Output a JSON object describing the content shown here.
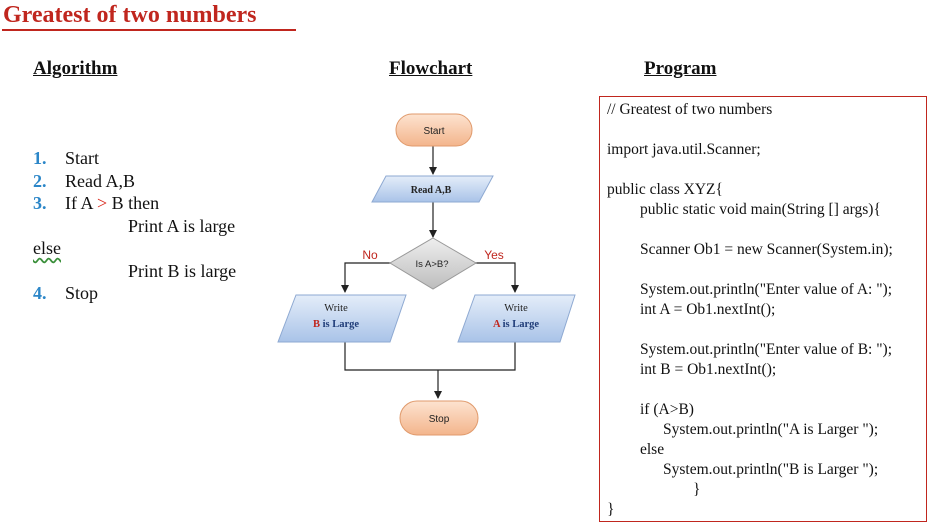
{
  "title": "Greatest of two numbers",
  "headers": {
    "algorithm": "Algorithm",
    "flowchart": "Flowchart",
    "program": "Program"
  },
  "algorithm": {
    "step1_num": "1.",
    "step1": "Start",
    "step2_num": "2.",
    "step2": "Read A,B",
    "step3_num": "3.",
    "step3_pre": "If A ",
    "step3_op": ">",
    "step3_post": " B then",
    "step3_then": "Print A is large",
    "else": "else",
    "else_body": "Print B is large",
    "step4_num": "4.",
    "step4": "Stop"
  },
  "flowchart": {
    "start": "Start",
    "read": "Read A,B",
    "decision": "Is A>B?",
    "no": "No",
    "yes": "Yes",
    "left_write": "Write",
    "left_var": "B",
    "left_tail": " is Large",
    "right_write": "Write",
    "right_var": "A",
    "right_tail": " is Large",
    "stop": "Stop"
  },
  "program": {
    "lines": [
      "// Greatest of two numbers",
      "import java.util.Scanner;",
      "public class XYZ{",
      "public static void main(String [] args){",
      "Scanner Ob1 = new Scanner(System.in);",
      "System.out.println(\"Enter value of A: \");",
      "int A = Ob1.nextInt();",
      "System.out.println(\"Enter value of B: \");",
      "int B = Ob1.nextInt();",
      "if (A>B)",
      "System.out.println(\"A is Larger \");",
      "else",
      "System.out.println(\"B is Larger \");",
      "}",
      "}"
    ]
  },
  "colors": {
    "title": "#c0261e",
    "number": "#2b86c8",
    "highlight": "#d92a1e",
    "terminal_fill": "#f7c9a8",
    "io_fill": "#c9daf2",
    "decision_fill": "#d4d4d4"
  }
}
